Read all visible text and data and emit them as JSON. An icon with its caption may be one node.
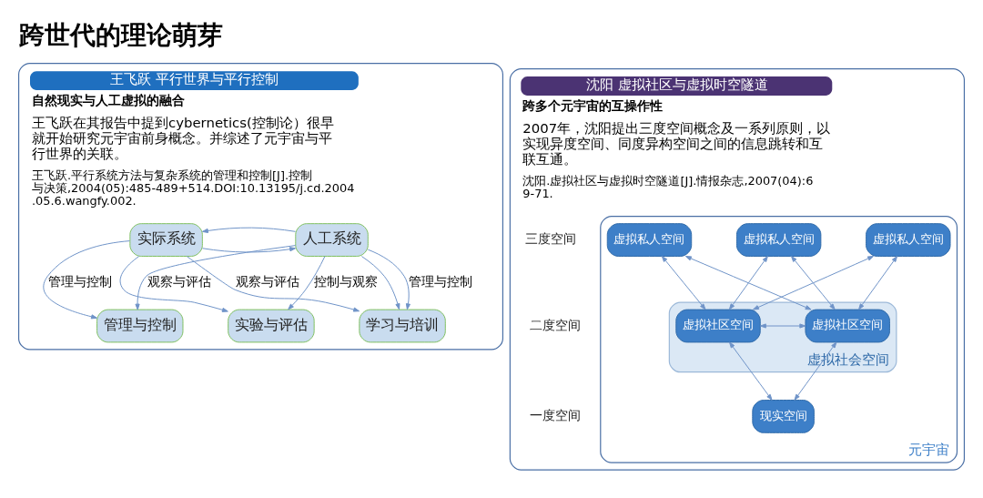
{
  "diagram": {
    "title": "跨世代的理论萌芽",
    "nodes": [
      {
        "text": [
          "王飞跃 平行世界与平行控制",
          "自然现实与人工虚拟的融合",
          "王飞跃在其报告中提到cybernetics(控制论）很早就开始研究元宇宙前身概念。并综述了元宇宙与平行世界的关联。",
          "王飞跃.平行系统方法与复杂系统的管理和控制[J].控制与决策,2004(05):485-489+514.DOI:10.13195/j.cd.2004.05.6.wangfy.002."
        ]
      },
      {
        "text": [
          "实际系统"
        ],
        "in": 0
      },
      {
        "text": [
          "人工系统"
        ],
        "in": 0
      },
      {
        "text": [
          "管理与控制"
        ],
        "in": 0
      },
      {
        "text": [
          "实验与评估"
        ],
        "in": 0
      },
      {
        "text": [
          "学习与培训"
        ],
        "in": 0
      },
      {
        "text": [
          "沈阳 虚拟社区与虚拟时空隧道",
          "跨多个元宇宙的互操作性",
          "2007年，沈阳提出三度空间概念及一系列原则，以实现异度空间、同度异构空间之间的信息跳转和互联互通。",
          "沈阳.虚拟社区与虚拟时空隧道[J].情报杂志,2007(04):69-71."
        ]
      },
      {
        "text": [
          "元宇宙"
        ],
        "in": 6
      },
      {
        "text": [
          "虚拟私人空间"
        ],
        "in": 7
      },
      {
        "text": [
          "虚拟私人空间"
        ],
        "in": 7
      },
      {
        "text": [
          "虚拟私人空间"
        ],
        "in": 7
      },
      {
        "text": [
          "虚拟社会空间"
        ],
        "in": 7
      },
      {
        "text": [
          "虚拟社区空间"
        ],
        "in": 11
      },
      {
        "text": [
          "虚拟社区空间"
        ],
        "in": 11
      },
      {
        "text": [
          "现实空间"
        ],
        "in": 7
      }
    ],
    "edges": [
      {
        "from": 1,
        "to": 2,
        "arrow": "to"
      },
      {
        "from": 2,
        "to": 1,
        "arrow": "to"
      },
      {
        "from": 1,
        "to": 3,
        "arrow": "to",
        "label": "管理与控制"
      },
      {
        "from": 1,
        "to": 4,
        "arrow": "to"
      },
      {
        "from": 1,
        "to": 5,
        "arrow": "to",
        "label": "观察与评估"
      },
      {
        "from": 2,
        "to": 3,
        "arrow": "to",
        "label": "观察与评估"
      },
      {
        "from": 2,
        "to": 4,
        "arrow": "to",
        "label": "控制与观察"
      },
      {
        "from": 2,
        "to": 5,
        "arrow": "to",
        "label": "管理与控制"
      },
      {
        "from": 2,
        "to": 5,
        "arrow": "to"
      },
      {
        "from": 8,
        "to": 12,
        "arrow": "both"
      },
      {
        "from": 8,
        "to": 13,
        "arrow": "both"
      },
      {
        "from": 9,
        "to": 12,
        "arrow": "both"
      },
      {
        "from": 9,
        "to": 13,
        "arrow": "both"
      },
      {
        "from": 10,
        "to": 12,
        "arrow": "both"
      },
      {
        "from": 10,
        "to": 13,
        "arrow": "both"
      },
      {
        "from": 12,
        "to": 13,
        "arrow": "both"
      },
      {
        "from": 12,
        "to": 14,
        "arrow": "both"
      },
      {
        "from": 13,
        "to": 14,
        "arrow": "both"
      }
    ],
    "labels": [
      "三度空间",
      "二度空间",
      "一度空间"
    ]
  }
}
